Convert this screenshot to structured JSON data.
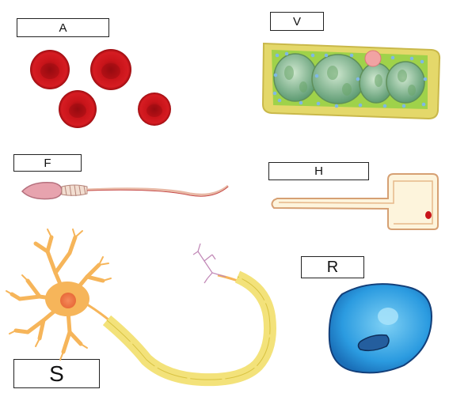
{
  "labels": {
    "A": "A",
    "V": "V",
    "F": "F",
    "H": "H",
    "S": "S",
    "R": "R"
  },
  "colors": {
    "red_blood_cell": "#c8141a",
    "plant_wall": "#e4d86a",
    "plant_cytoplasm": "#9fd24a",
    "sperm_head": "#e7a3ae",
    "neuron_body": "#f6b55a",
    "myelin": "#f3e27a",
    "epithelial_cell": "#2b9be0"
  }
}
